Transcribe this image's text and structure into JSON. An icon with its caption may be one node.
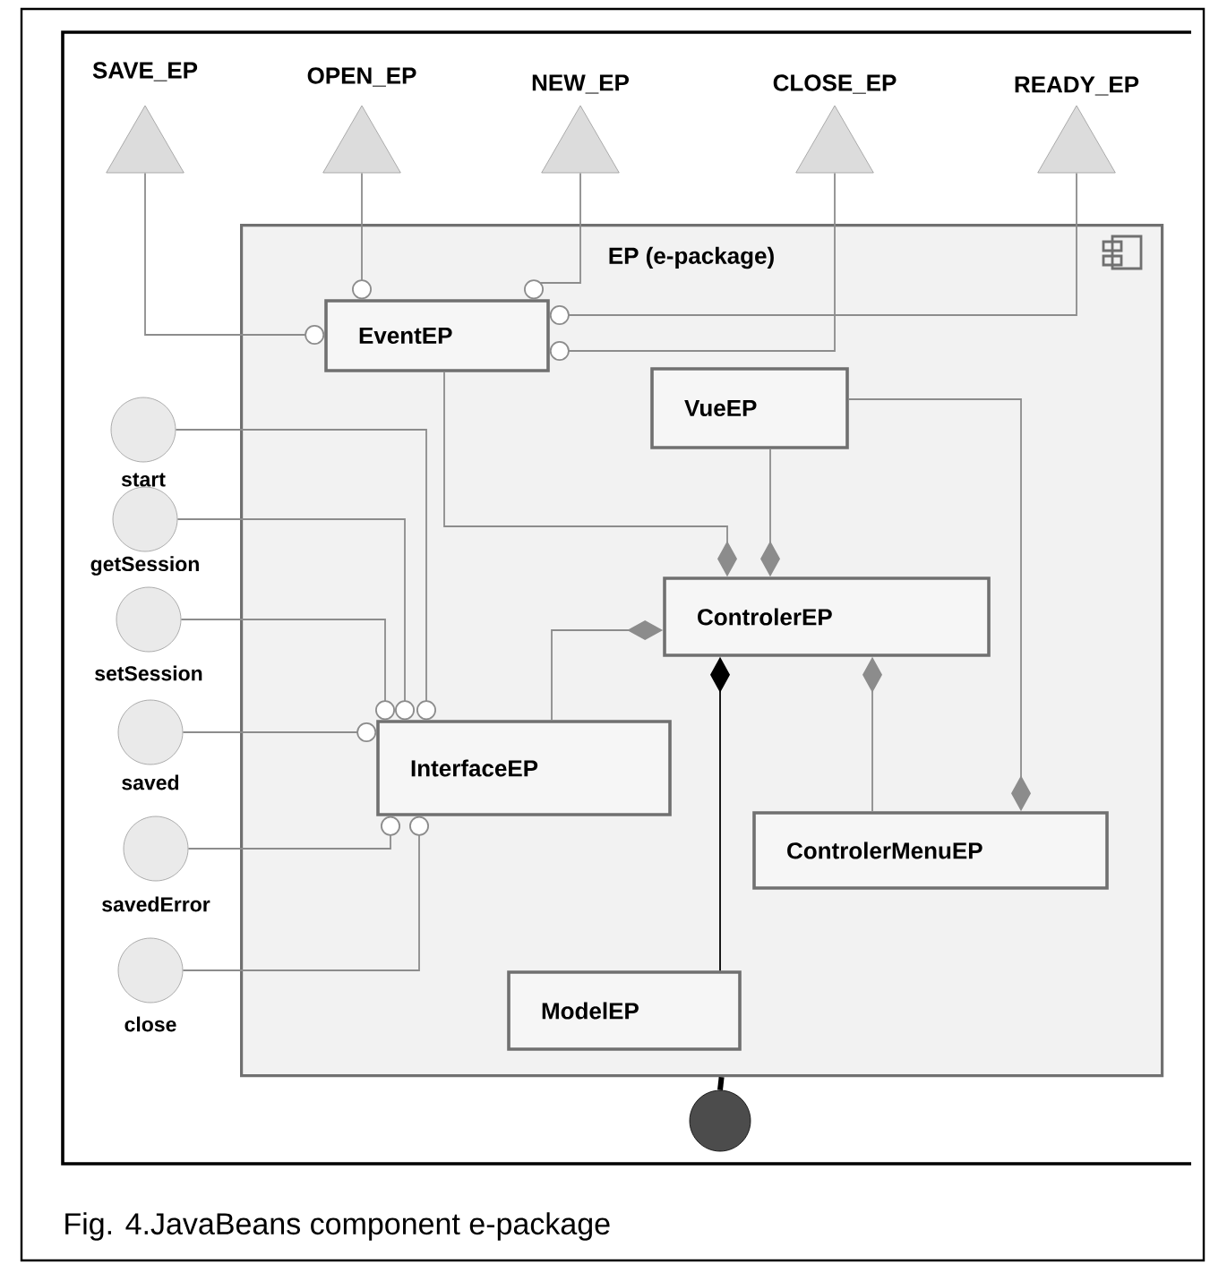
{
  "diagram": {
    "caption": "Fig. 4.JavaBeans component e-package",
    "nodes": [
      {
        "text": [
          "SAVE_EP"
        ]
      },
      {
        "text": [
          "OPEN_EP"
        ]
      },
      {
        "text": [
          "NEW_EP"
        ]
      },
      {
        "text": [
          "CLOSE_EP"
        ]
      },
      {
        "text": [
          "READY_EP"
        ]
      },
      {
        "text": [
          "EP (e-package)"
        ]
      },
      {
        "text": [
          "EventEP"
        ],
        "in": 5
      },
      {
        "text": [
          "VueEP"
        ],
        "in": 5
      },
      {
        "text": [
          "ControlerEP"
        ],
        "in": 5
      },
      {
        "text": [
          "InterfaceEP"
        ],
        "in": 5
      },
      {
        "text": [
          "ControlerMenuEP"
        ],
        "in": 5
      },
      {
        "text": [
          "ModelEP"
        ],
        "in": 5
      },
      {
        "text": [
          "start"
        ]
      },
      {
        "text": [
          "getSession"
        ]
      },
      {
        "text": [
          "setSession"
        ]
      },
      {
        "text": [
          "saved"
        ]
      },
      {
        "text": [
          "savedError"
        ]
      },
      {
        "text": [
          "close"
        ]
      },
      {
        "text": [],
        "shape": "circle"
      }
    ],
    "edges": [
      {
        "from": 0,
        "to": 6,
        "arrow": "other"
      },
      {
        "from": 1,
        "to": 6,
        "arrow": "other"
      },
      {
        "from": 2,
        "to": 6,
        "arrow": "other"
      },
      {
        "from": 3,
        "to": 6,
        "arrow": "other"
      },
      {
        "from": 4,
        "to": 6,
        "arrow": "other"
      },
      {
        "from": 12,
        "to": 9,
        "arrow": "other"
      },
      {
        "from": 13,
        "to": 9,
        "arrow": "other"
      },
      {
        "from": 14,
        "to": 9,
        "arrow": "other"
      },
      {
        "from": 15,
        "to": 9,
        "arrow": "other"
      },
      {
        "from": 16,
        "to": 9,
        "arrow": "other"
      },
      {
        "from": 17,
        "to": 9,
        "arrow": "other"
      },
      {
        "from": 6,
        "to": 8,
        "arrow": "other"
      },
      {
        "from": 7,
        "to": 8,
        "arrow": "other"
      },
      {
        "from": 9,
        "to": 8,
        "arrow": "other"
      },
      {
        "from": 11,
        "to": 8,
        "arrow": "other",
        "color": "#000000"
      },
      {
        "from": 10,
        "to": 8,
        "arrow": "other"
      },
      {
        "from": 7,
        "to": 10,
        "arrow": "other"
      },
      {
        "from": 5,
        "to": 18,
        "arrow": "none",
        "style": "thick",
        "color": "#000000"
      }
    ]
  }
}
